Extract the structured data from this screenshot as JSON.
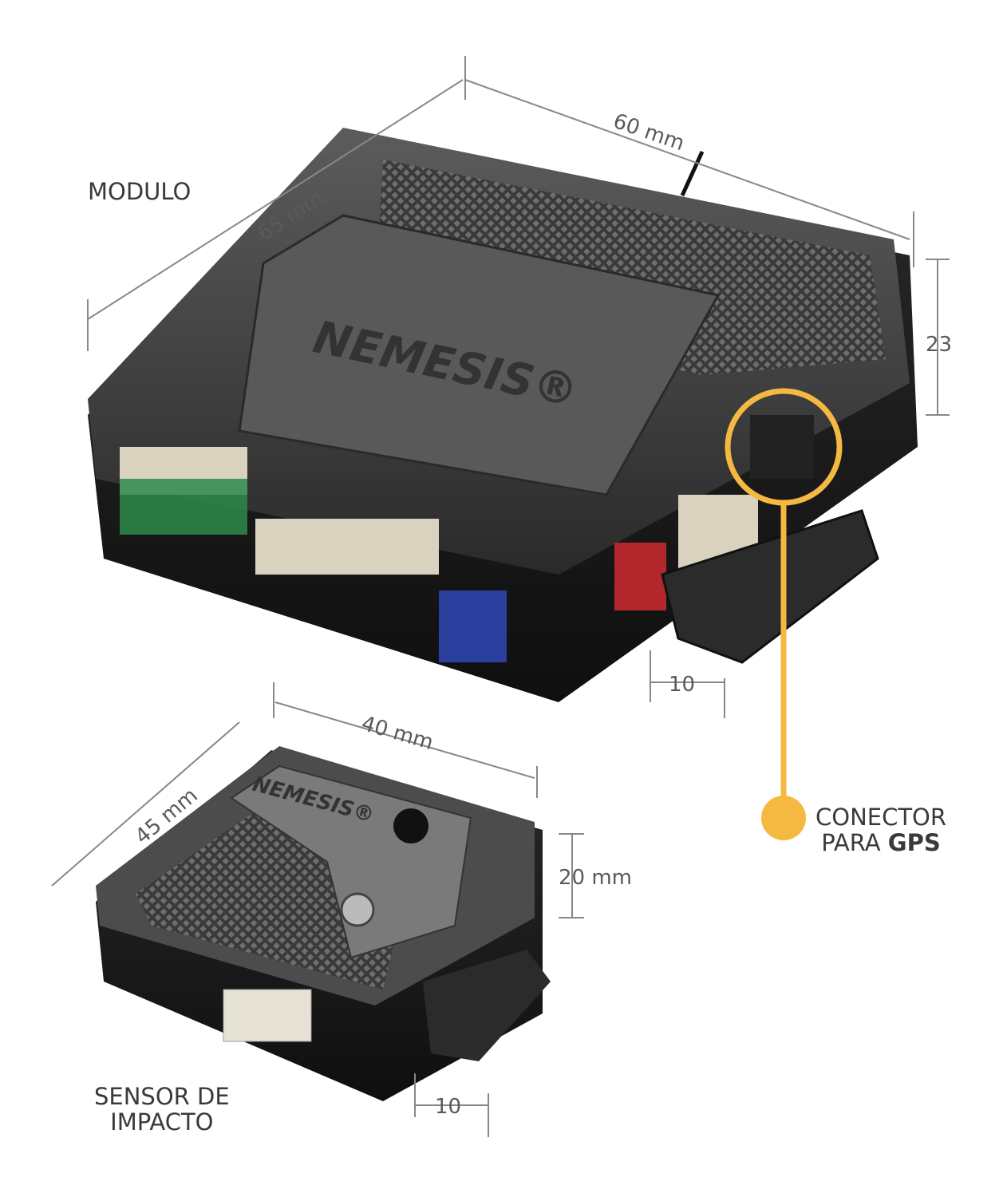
{
  "module": {
    "label": "MODULO",
    "brand": "NEMESIS",
    "dimensions": {
      "depth": "65 mm",
      "width": "60 mm",
      "height": "23",
      "tab": "10"
    }
  },
  "gps_callout": {
    "line1": "CONECTOR",
    "line2_prefix": "PARA ",
    "line2_bold": "GPS",
    "accent_color": "#f5b942"
  },
  "sensor": {
    "label_line1": "SENSOR DE",
    "label_line2": "IMPACTO",
    "brand": "NEMESIS",
    "dimensions": {
      "depth": "45 mm",
      "width": "40 mm",
      "height": "20 mm",
      "tab": "10"
    }
  },
  "connector_colors": {
    "green": "#2e8b4a",
    "blue": "#2b3f9e",
    "red": "#b3262b",
    "beige": "#d8d2bf"
  }
}
